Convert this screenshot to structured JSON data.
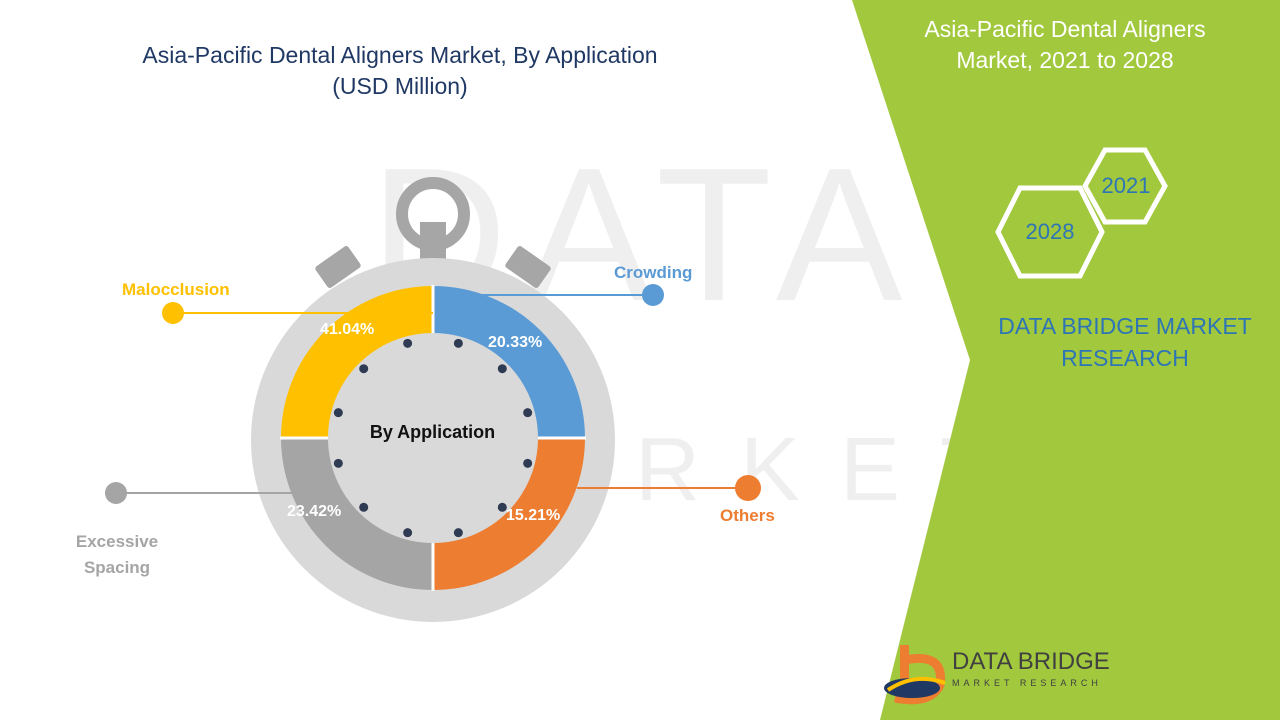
{
  "header": {
    "title_line1": "Asia-Pacific Dental Aligners Market, By Application",
    "title_line2": "(USD Million)"
  },
  "side_panel": {
    "title_line1": "Asia-Pacific Dental Aligners",
    "title_line2": "Market, 2021 to 2028",
    "hex_top": "2021",
    "hex_bottom": "2028",
    "brand_line1": "DATA BRIDGE MARKET",
    "brand_line2": "RESEARCH",
    "accent_color": "#a2c83e"
  },
  "logo": {
    "name": "DATA BRIDGE",
    "tagline": "MARKET RESEARCH"
  },
  "chart_data": {
    "type": "pie",
    "center_label": "By Application",
    "segments": [
      {
        "name": "Crowding",
        "value": 20.33,
        "label": "20.33%",
        "color": "#5b9bd5"
      },
      {
        "name": "Others",
        "value": 15.21,
        "label": "15.21%",
        "color": "#ed7d31"
      },
      {
        "name": "Excessive Spacing",
        "value": 23.42,
        "label": "23.42%",
        "color": "#a5a5a5"
      },
      {
        "name": "Malocclusion",
        "value": 41.04,
        "label": "41.04%",
        "color": "#ffc000"
      }
    ]
  }
}
